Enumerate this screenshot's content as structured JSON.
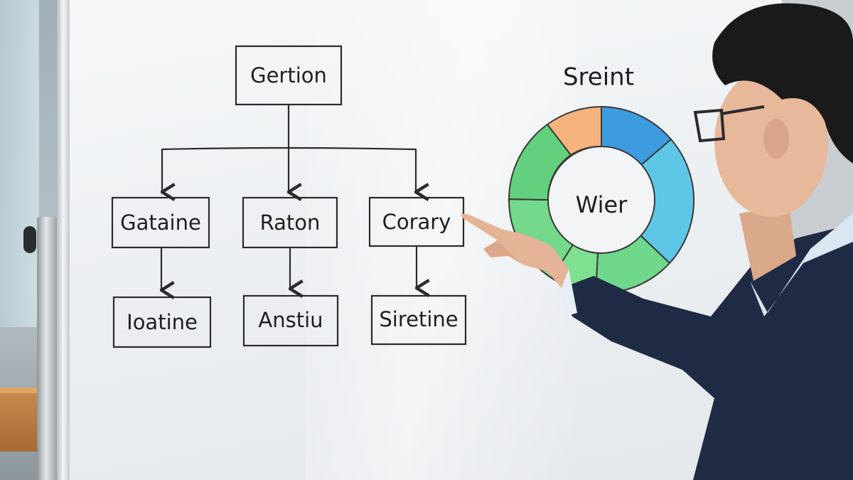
{
  "diagram": {
    "root": "Gertion",
    "level1": [
      "Gataine",
      "Raton",
      "Corary"
    ],
    "level2": [
      "Ioatine",
      "Anstiu",
      "Siretine"
    ]
  },
  "ring": {
    "title": "Sreint",
    "center": "Wier",
    "colors": {
      "orange": "#f5b37e",
      "blue": "#3d9be0",
      "light_blue": "#5ec6e6",
      "green": "#6fd88a",
      "dark_outline": "#3a3a3a"
    }
  },
  "person": {
    "jacket": "#1f2a44",
    "shirt": "#dbe6f3",
    "skin": "#e8b89a",
    "hair": "#1a1a1a"
  }
}
